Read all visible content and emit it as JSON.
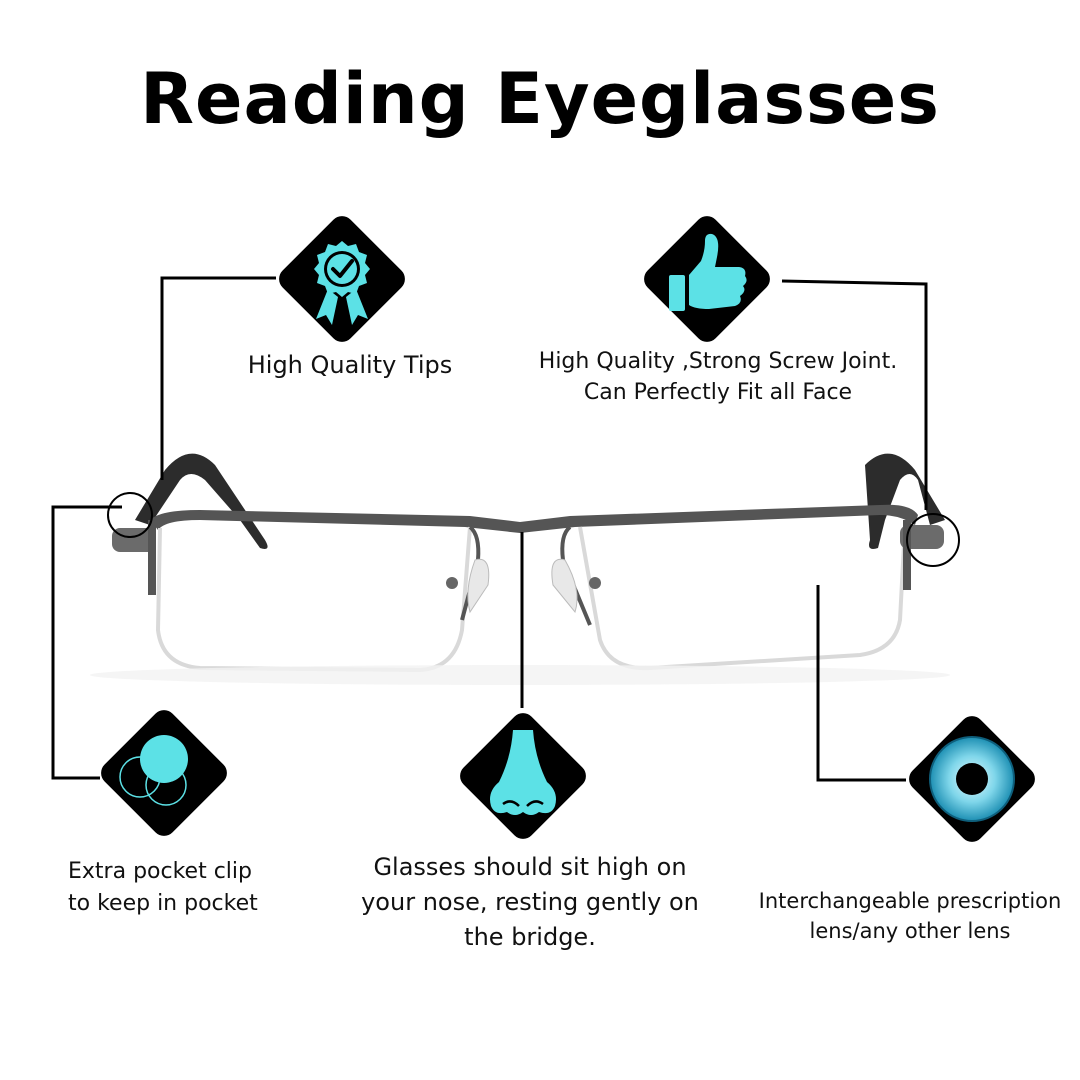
{
  "title": "Reading Eyeglasses",
  "features": {
    "tips": {
      "label": "High Quality Tips",
      "icon": "award-ribbon-check-icon"
    },
    "screw": {
      "line1": "High Quality ,Strong Screw Joint.",
      "line2": "Can Perfectly Fit all Face",
      "icon": "thumbs-up-icon"
    },
    "clip": {
      "line1": "Extra pocket clip",
      "line2": "to keep in pocket",
      "icon": "overlapping-circles-icon"
    },
    "nose": {
      "line1": "Glasses should sit high on",
      "line2": "your nose, resting gently on",
      "line3": "the bridge.",
      "icon": "nose-icon"
    },
    "lens": {
      "line1": "Interchangeable prescription",
      "line2": "lens/any other lens",
      "icon": "eye-iris-icon"
    }
  },
  "colors": {
    "accent": "#5ce1e6",
    "badge": "#000000",
    "frame": "#4a4a4a"
  }
}
